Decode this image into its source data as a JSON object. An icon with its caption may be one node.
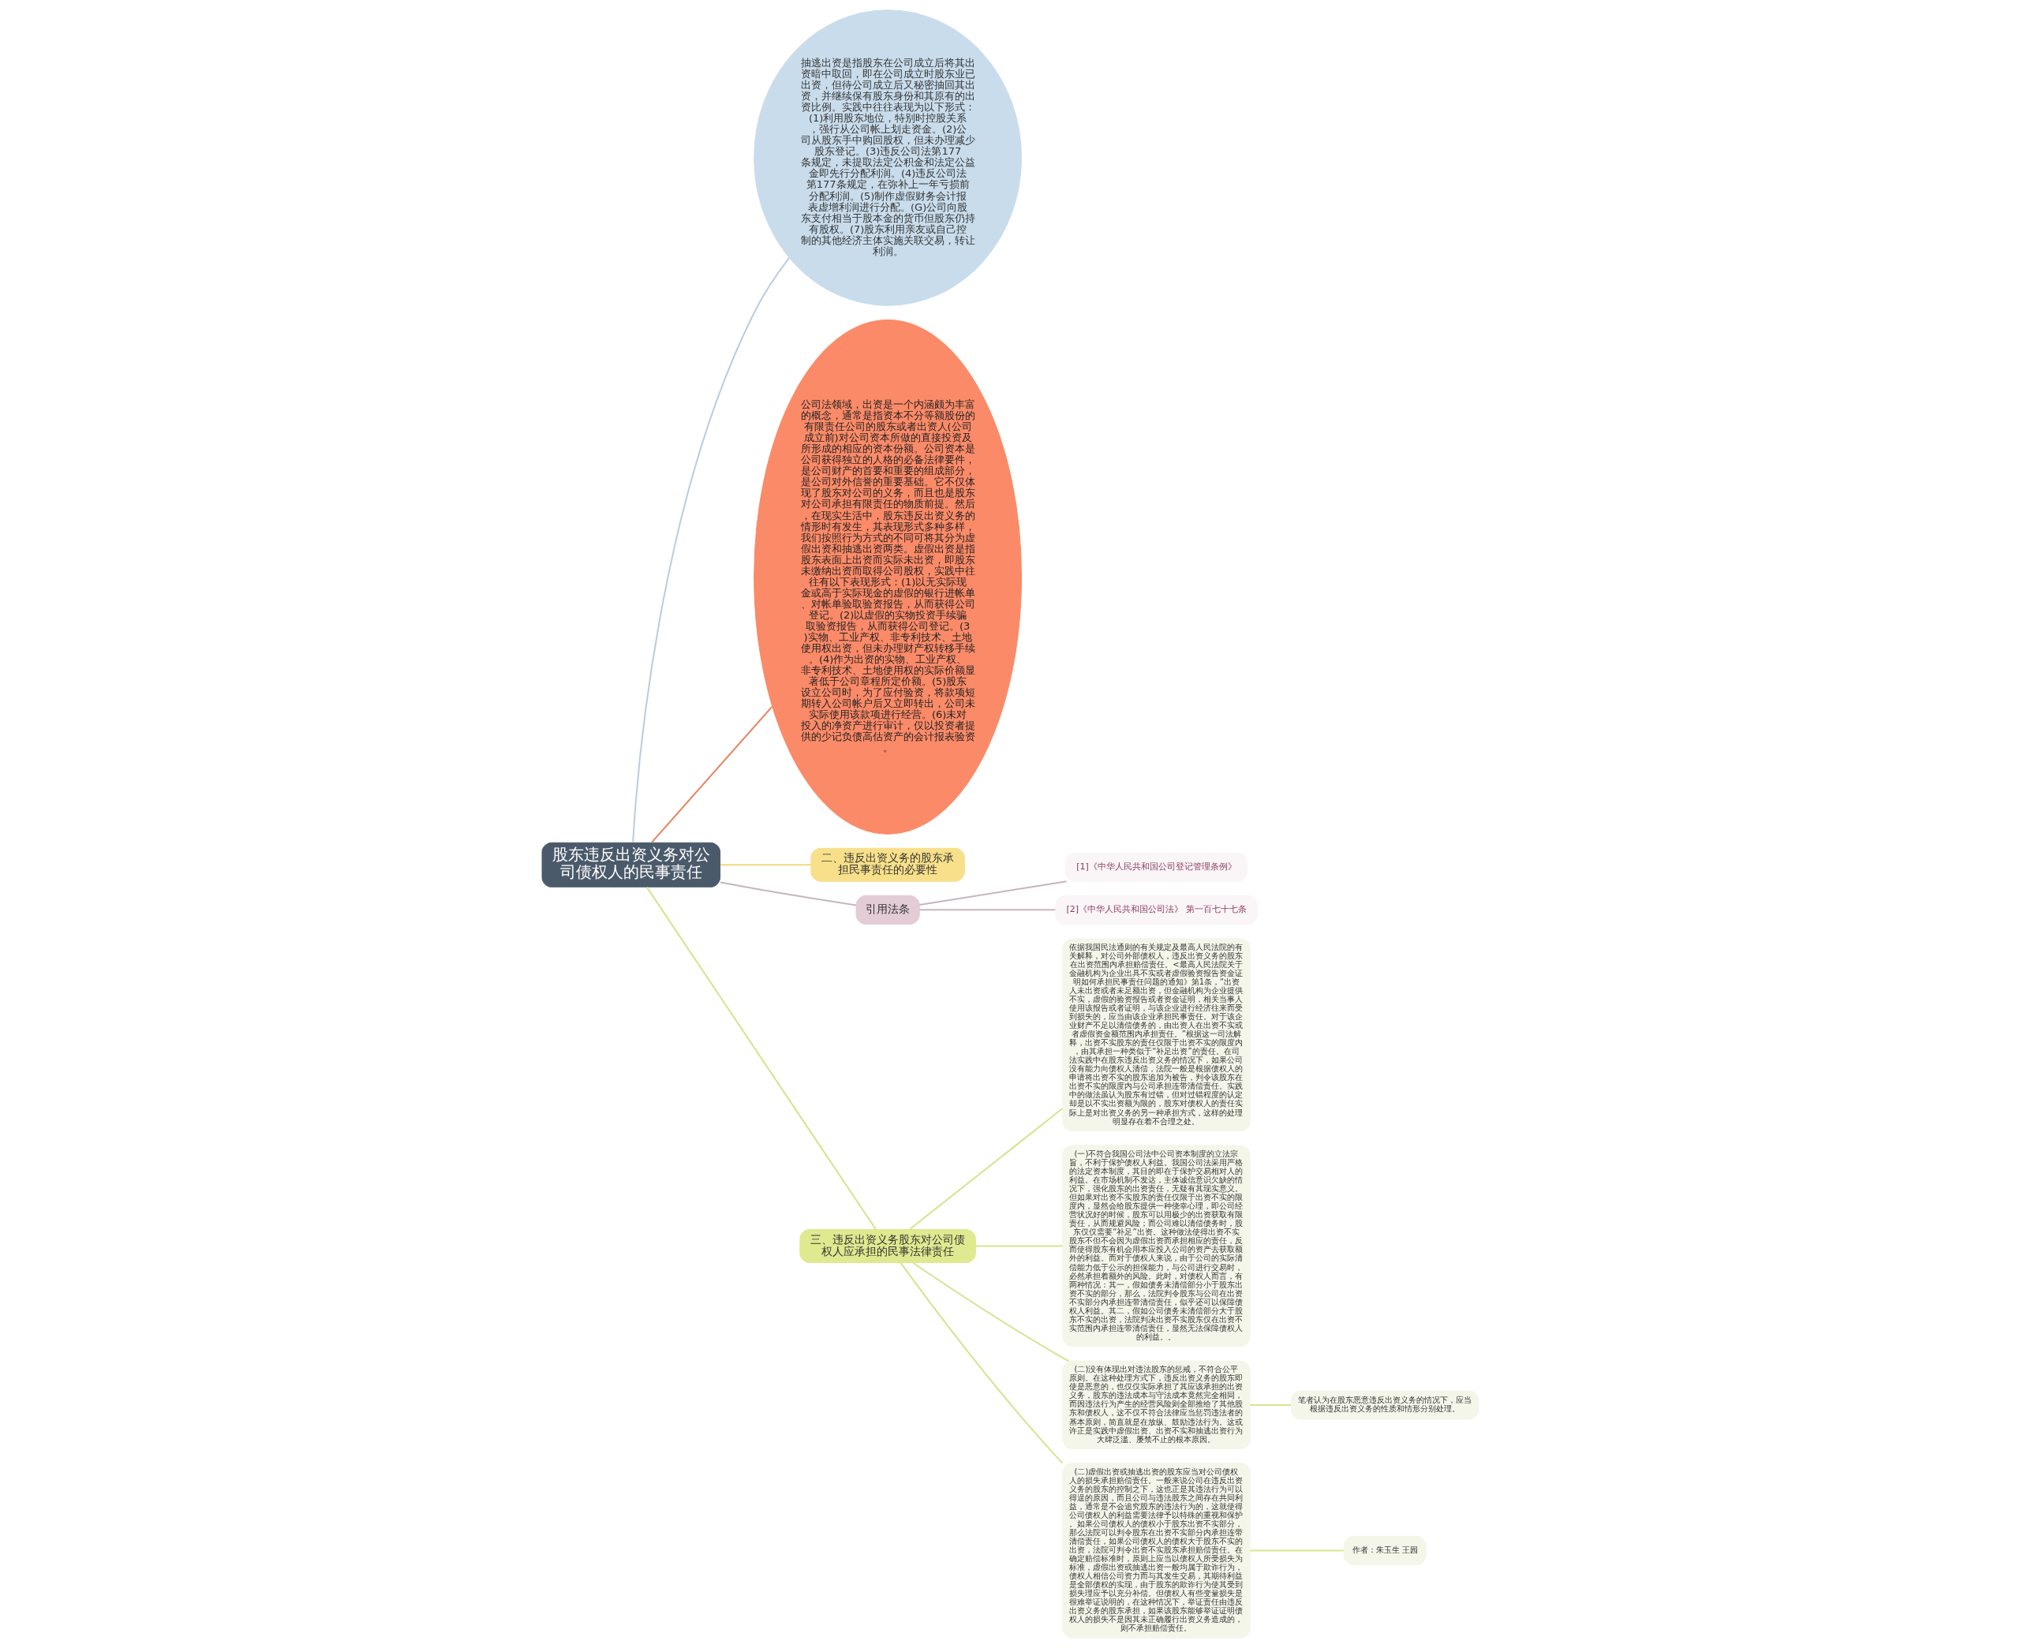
{
  "diagram": {
    "nodes": [
      {
        "text": [
          "股东违反出资义务对公司债权人的民事责任"
        ]
      },
      {
        "text": [
          "抽逃出资是指股东在公司成立后将其出资暗中取回，即在公司成立时股东业已出资，但待公司成立后又秘密抽回其出资，并继续保有股东身份和其原有的出资比例。实践中往往表现为以下形式：(1)利用股东地位，特别时控股关系，强行从公司帐上划走资金。(2)公司从股东手中购回股权，但未办理减少股东登记。(3)违反公司法第177条规定，未提取法定公积金和法定公益金即先行分配利润。(4)违反公司法第177条规定，在弥补上一年亏损前分配利润。(5)制作虚假财务会计报表虚增利润进行分配。(G)公司向股东支付相当于股本金的货币但股东仍持有股权。(7)股东利用亲友或自己控制的其他经济主体实施关联交易，转让利润。"
        ]
      },
      {
        "text": [
          "公司法领域，出资是一个内涵颇为丰富的概念，通常是指资本不分等额股份的有限责任公司的股东或者出资人(公司成立前)对公司资本所做的直接投资及所形成的相应的资本份额。公司资本是公司获得独立的人格的必备法律要件，是公司财产的首要和重要的组成部分，是公司对外信誉的重要基础。它不仅体现了股东对公司的义务，而且也是股东对公司承担有限责任的物质前提。然后，在现实生活中，股东违反出资义务的情形时有发生，其表现形式多种多样，我们按照行为方式的不同可将其分为虚假出资和抽逃出资两类。虚假出资是指股东表面上出资而实际未出资，即股东未缴纳出资而取得公司股权，实践中往往有以下表现形式：(1)以无实际现金或高于实际现金的虚假的银行进帐单、对帐单验取验资报告，从而获得公司登记。(2)以虚假的实物投资手续骗取验资报告，从而获得公司登记。(3)实物、工业产权、非专利技术、土地使用权出资，但未办理财产权转移手续。(4)作为出资的实物、工业产权、非专利技术、土地使用权的实际价额显著低于公司章程所定价额。(5)股东设立公司时，为了应付验资，将款项短期转入公司帐户后又立即转出，公司未实际使用该款项进行经营。(6)未对投入的净资产进行审计，仅以投资者提供的少记负债高估资产的会计报表验资。"
        ]
      },
      {
        "text": [
          "二、违反出资义务的股东承担民事责任的必要性"
        ]
      },
      {
        "text": [
          "引用法条"
        ]
      },
      {
        "text": [
          "[1]《中华人民共和国公司登记管理条例》"
        ]
      },
      {
        "text": [
          "[2]《中华人民共和国公司法》 第一百七十七条"
        ]
      },
      {
        "text": [
          "三、违反出资义务股东对公司债权人应承担的民事法律责任"
        ]
      },
      {
        "text": [
          "依据我国民法通则的有关规定及最高人民法院的有关解释，对公司外部债权人，违反出资义务的股东在出资范围内承担赔偿责任。<最高人民法院关于金融机构为企业出具不实或者虚假验资报告资金证明如何承担民事责任问题的通知》第1条，“出资人未出资或者未足额出资，但金融机构为企业提供不实，虚假的验资报告或者资金证明，相关当事人使用该报告或者证明，与该企业进行经济往来而受到损失的，应当由该企业承担民事责任。对于该企业财产不足以清偿债务的，由出资人在出资不实或者虚假资金额范围内承担责任。”根据这一司法解释，出资不实股东的责任仅限于出资不实的限度内，由其承担一种类似于“补足出资”的责任。在司法实践中在股东违反出资义务的情况下，如果公司没有能力向债权人清偿，法院一般是根据债权人的申请将出资不实的股东追加为被告，判令该股东在出资不实的限度内与公司承担连带清偿责任。实践中的做法虽认为股东有过错，但对过错程度的认定却是以不实出资额为限的，股东对债权人的责任实际上是对出资义务的另一种承担方式，这样的处理明显存在着不合理之处。"
        ]
      },
      {
        "text": [
          "(一)不符合我国公司法中公司资本制度的立法宗旨，不利于保护债权人利益。我国公司法采用严格的法定资本制度，其目的即在于保护交易相对人的利益。在市场机制不发达，主体诚信意识欠缺的情况下，强化股东的出资责任，无疑有其现实意义。但如果对出资不实股东的责任仅限于出资不实的限度内，显然会给股东提供一种侥幸心理，即公司经营状况好的时候，股东可以用极少的出资获取有限责任，从而规避风险；而公司难以清偿债务时，股东仅仅需要“补足”出资。这种做法使得出资不实股东不但不会因为虚假出资而承担相应的责任，反而使得股东有机会用本应投入公司的资产去获取额外的利益。而对于债权人来说，由于公司的实际清偿能力低于公示的担保能力，与公司进行交易时，必然承担着额外的风险。此时，对债权人而言，有两种情况：其一，假如债务未清偿部分小于股东出资不实的部分，那么，法院判令股东与公司在出资不实部分内承担连带清偿责任，似乎还可以保障债权人利益。其二，假如公司债务未清偿部分大于股东不实的出资，法院判决出资不实股东仅在出资不实范围内承担连带清偿责任，显然无法保障债权人的利益。。"
        ]
      },
      {
        "text": [
          "(二)没有体现出对违法股东的惩戒，不符合公平原则。在这种处理方式下，违反出资义务的股东即使是恶意的，也仅仅实际承担了其应该承担的出资义务，股东的违法成本与守法成本竟然完全相同，而因违法行为产生的经营风险则全部推给了其他股东和债权人，这不仅不符合法律应当惩罚违法者的基本原则，简直就是在放纵、鼓励违法行为。这或许正是实践中虚假出资、出资不实和抽逃出资行为大肆泛滥、屡禁不止的根本原因。"
        ]
      },
      {
        "text": [
          "笔者认为在股东恶意违反出资义务的情况下，应当根据违反出资义务的性质和情形分别处理。"
        ]
      },
      {
        "text": [
          "(二)虚假出资或抽逃出资的股东应当对公司债权人的损失承担赔偿责任。一般来说公司在违反出资义务的股东的控制之下，这也正是其违法行为可以得逞的原因，而且公司与违法股东之间存在共同利益，通常是不会追究股东的违法行为的，这就使得公司债权人的利益需要法律予以特殊的重视和保护。如果公司债权人的债权小于股东出资不实部分，那么法院可以判令股东在出资不实部分内承担连带清偿责任，如果公司债权人的债权大于股东不实的出资，法院可判令出资不实股东承担赔偿责任。在确定赔偿标准时，原则上应当以债权人所受损失为标准，虚假出资或抽逃出资一般均属于欺诈行为，债权人相信公司资力而与其发生交易，其期待利益是全部债权的实现，由于股东的欺诈行为使其受到损失理应予以充分补偿。但债权人有些变量损失是很难举证说明的，在这种情况下，举证责任由违反出资义务的股东承担，如果该股东能够举证证明债权人的损失不是因其未正确履行出资义务造成的，则不承担赔偿责任。"
        ]
      },
      {
        "text": [
          "作者：朱玉生 王园"
        ]
      }
    ],
    "edges": [
      {
        "from": 0,
        "to": 1,
        "arrow": "none",
        "color": "#b9cddf"
      },
      {
        "from": 0,
        "to": 2,
        "arrow": "none",
        "color": "#e9825f"
      },
      {
        "from": 0,
        "to": 3,
        "arrow": "none",
        "color": "#f3d97a"
      },
      {
        "from": 0,
        "to": 4,
        "arrow": "none",
        "color": "#c8b4c0"
      },
      {
        "from": 4,
        "to": 5,
        "arrow": "none",
        "color": "#c8b4c0"
      },
      {
        "from": 4,
        "to": 6,
        "arrow": "none",
        "color": "#c8b4c0"
      },
      {
        "from": 0,
        "to": 7,
        "arrow": "none",
        "color": "#d7e38e"
      },
      {
        "from": 7,
        "to": 8,
        "arrow": "none",
        "color": "#d7e38e"
      },
      {
        "from": 7,
        "to": 9,
        "arrow": "none",
        "color": "#d7e38e"
      },
      {
        "from": 7,
        "to": 10,
        "arrow": "none",
        "color": "#d7e38e"
      },
      {
        "from": 10,
        "to": 11,
        "arrow": "none",
        "color": "#d7e38e"
      },
      {
        "from": 7,
        "to": 12,
        "arrow": "none",
        "color": "#d7e38e"
      },
      {
        "from": 12,
        "to": 13,
        "arrow": "none",
        "color": "#d7e38e"
      }
    ]
  }
}
